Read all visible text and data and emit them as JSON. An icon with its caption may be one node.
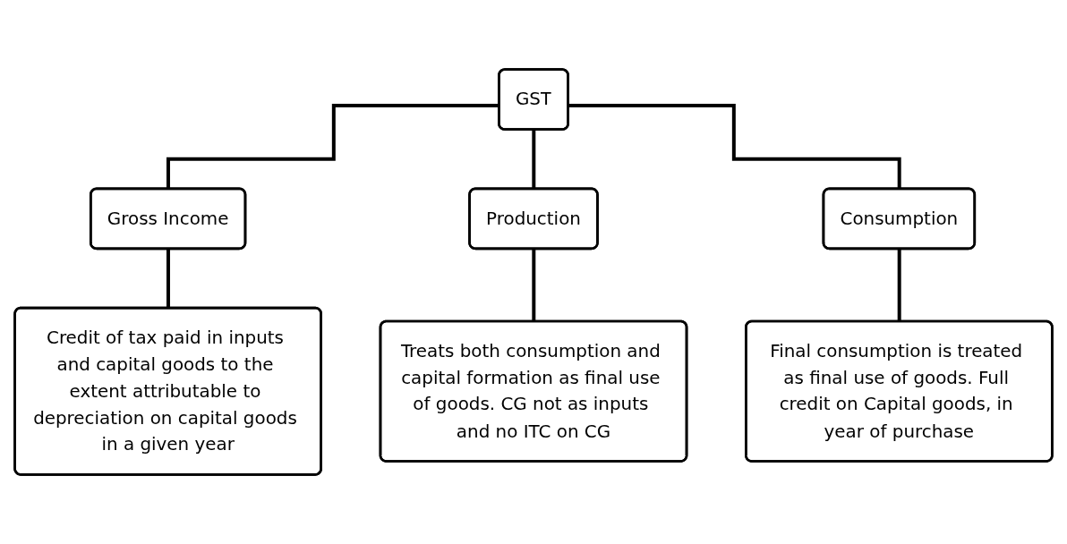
{
  "diagram": {
    "nodes": [
      {
        "text": [
          "GST"
        ]
      },
      {
        "text": [
          "Gross Income"
        ]
      },
      {
        "text": [
          "Production"
        ]
      },
      {
        "text": [
          "Consumption"
        ]
      },
      {
        "text": [
          "Credit of tax paid in inputs and capital goods to the extent attributable to depreciation on capital goods in a given year"
        ]
      },
      {
        "text": [
          "Treats both consumption and capital formation as final use of goods. CG not as inputs and no ITC on CG"
        ]
      },
      {
        "text": [
          "Final consumption is treated as final use of goods. Full credit on Capital goods, in year of purchase"
        ]
      }
    ],
    "edges": [
      {
        "from": 0,
        "to": 1,
        "arrow": "none"
      },
      {
        "from": 0,
        "to": 2,
        "arrow": "none"
      },
      {
        "from": 0,
        "to": 3,
        "arrow": "none"
      },
      {
        "from": 1,
        "to": 4,
        "arrow": "none"
      },
      {
        "from": 2,
        "to": 5,
        "arrow": "none"
      },
      {
        "from": 3,
        "to": 6,
        "arrow": "none"
      }
    ]
  }
}
